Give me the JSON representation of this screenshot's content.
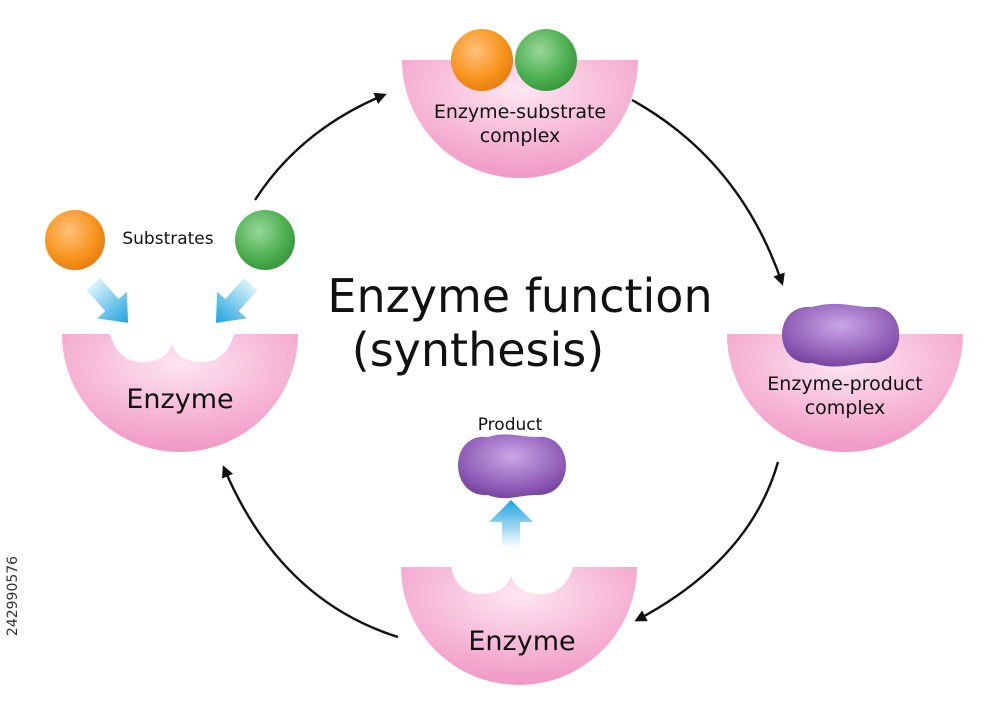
{
  "title_line1": "Enzyme function",
  "title_line2": "(synthesis)",
  "nodes": {
    "start": {
      "enzyme_label": "Enzyme",
      "substrates_label": "Substrates"
    },
    "es_complex": {
      "label_line1": "Enzyme-substrate",
      "label_line2": "complex"
    },
    "ep_complex": {
      "label_line1": "Enzyme-product",
      "label_line2": "complex"
    },
    "release": {
      "enzyme_label": "Enzyme",
      "product_label": "Product"
    }
  },
  "watermark_id": "242990576",
  "colors": {
    "enzyme": "#f4a7cf",
    "substrate_a": "#f7941d",
    "substrate_b": "#4caf50",
    "product": "#8e5bb5",
    "arrow_blue": "#29a8e0"
  }
}
